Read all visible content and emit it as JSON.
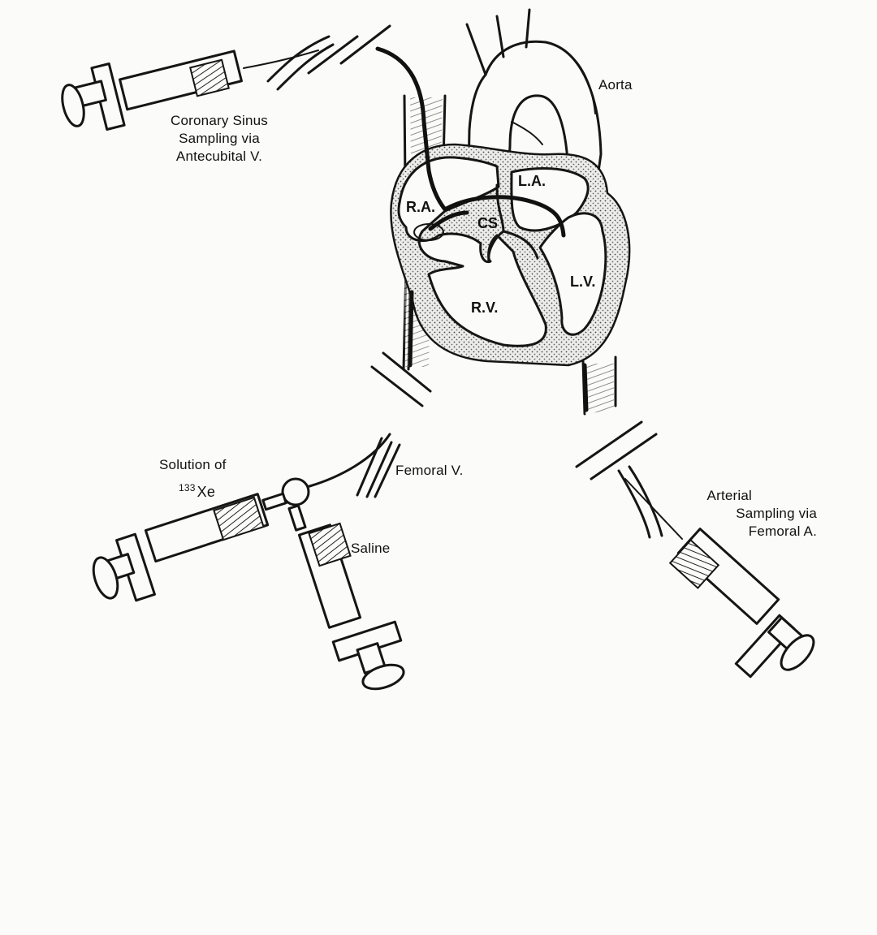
{
  "figure": {
    "labels": {
      "aorta": "Aorta",
      "coronary_sinus_line1": "Coronary Sinus",
      "coronary_sinus_line2": "Sampling via",
      "coronary_sinus_line3": "Antecubital V.",
      "la": "L.A.",
      "ra": "R.A.",
      "cs": "CS",
      "lv": "L.V.",
      "rv": "R.V.",
      "femoral_v": "Femoral V.",
      "solution_line1": "Solution of",
      "xenon_mass": "133",
      "xenon_symbol": "Xe",
      "saline": "Saline",
      "arterial_line1": "Arterial",
      "arterial_line2": "Sampling via",
      "arterial_line3": "Femoral A."
    }
  }
}
